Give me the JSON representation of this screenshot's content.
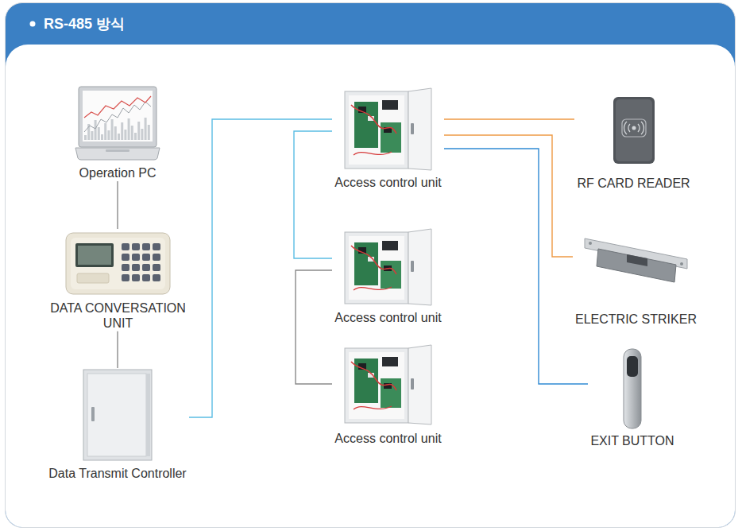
{
  "diagram": {
    "title": "RS-485 방식",
    "nodes": [
      {
        "text": [
          "Operation PC"
        ]
      },
      {
        "text": [
          "DATA CONVERSATION UNIT"
        ]
      },
      {
        "text": [
          "Data Transmit Controller"
        ]
      },
      {
        "text": [
          "Access control unit"
        ]
      },
      {
        "text": [
          "Access control unit"
        ]
      },
      {
        "text": [
          "Access control unit"
        ]
      },
      {
        "text": [
          "RF CARD READER"
        ]
      },
      {
        "text": [
          "ELECTRIC STRIKER"
        ]
      },
      {
        "text": [
          "EXIT BUTTON"
        ]
      }
    ],
    "edges": [
      {
        "from": 0,
        "to": 1,
        "arrow": "none"
      },
      {
        "from": 1,
        "to": 2,
        "arrow": "none"
      },
      {
        "from": 2,
        "to": 3,
        "arrow": "none"
      },
      {
        "from": 3,
        "to": 4,
        "arrow": "none"
      },
      {
        "from": 4,
        "to": 5,
        "arrow": "none"
      },
      {
        "from": 3,
        "to": 6,
        "arrow": "none"
      },
      {
        "from": 3,
        "to": 7,
        "arrow": "none"
      },
      {
        "from": 3,
        "to": 8,
        "arrow": "none"
      }
    ]
  }
}
